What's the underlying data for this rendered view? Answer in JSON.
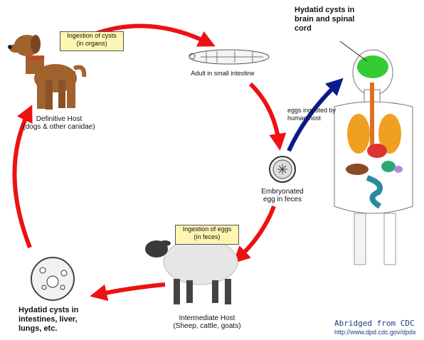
{
  "stages": {
    "adult": "Adult in small intestine",
    "egg_line1": "Embryonated",
    "egg_line2": "egg in feces",
    "intermediate_host": "Intermediate Host",
    "intermediate_examples": "(Sheep, cattle, goats)",
    "definitive_host": "Definitive Host",
    "definitive_examples": "(dogs & other canidae)",
    "hydatid_organs_1": "Hydatid cysts in",
    "hydatid_organs_2": "intestines, liver,",
    "hydatid_organs_3": "lungs, etc.",
    "hydatid_brain_1": "Hydatid cysts in",
    "hydatid_brain_2": "brain and spinal",
    "hydatid_brain_3": "cord",
    "eggs_human_1": "eggs ingested by",
    "eggs_human_2": "human host"
  },
  "boxes": {
    "cysts_1": "Ingestion of cysts",
    "cysts_2": "(in organs)",
    "eggs_1": "Ingestion of eggs",
    "eggs_2": "(in feces)"
  },
  "credit": {
    "source": "Abridged from CDC",
    "url": "http://www.dpd.cdc.gov/dpdx"
  },
  "colors": {
    "cycle_arrow": "#ee1111",
    "human_arrow": "#0a1a8c",
    "dog": "#a0632e",
    "sheep_wool": "#e6e6e6",
    "brain": "#33cc33",
    "lungs": "#f0a020",
    "credit_text": "#1f3a8a"
  }
}
